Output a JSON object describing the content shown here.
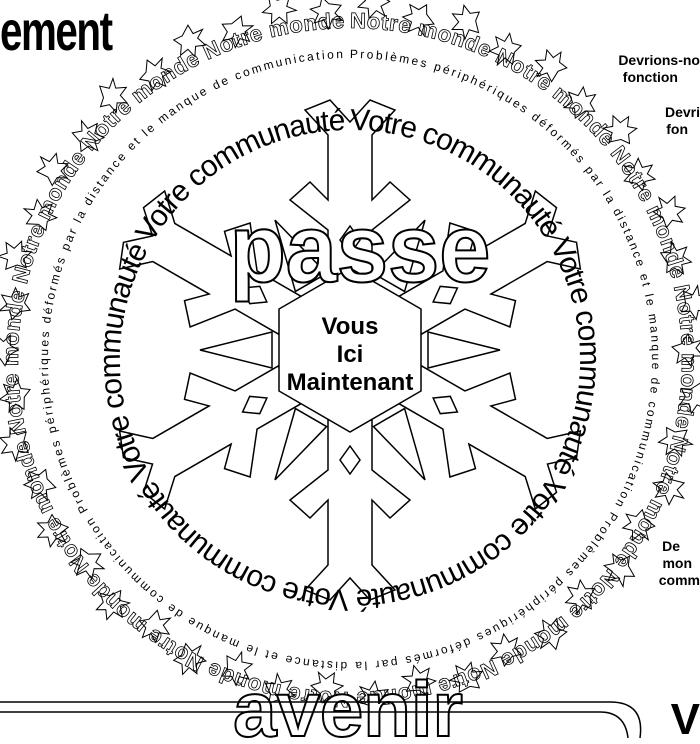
{
  "header": {
    "title_fragment": "ement"
  },
  "center": {
    "line1": "Vous",
    "line2": "Ici",
    "line3": "Maintenant"
  },
  "past_label": "passe",
  "future_label": "avenir",
  "ring_community_text": "Votre communauté",
  "ring_problems_text": "Problèmes périphériques déformés par la distance et le manque de communication",
  "ring_world_text": "Notre monde",
  "side_notes": {
    "top1_line1": "Devrions-no",
    "top1_line2": "fonction",
    "top2_line1": "Devri",
    "top2_line2": "fon",
    "bottom_line1": "De",
    "bottom_line2": "mon",
    "bottom_line3": "comm"
  },
  "bottom_right_fragment": "V"
}
